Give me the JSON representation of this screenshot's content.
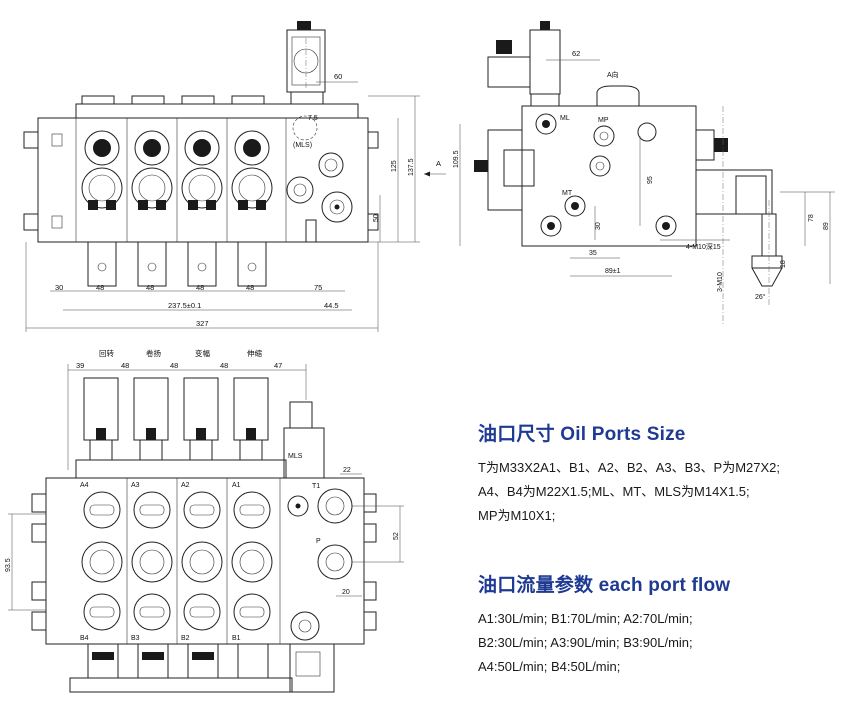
{
  "front_view": {
    "dims_top": {
      "d60": "60",
      "d75": "7.5",
      "mls": "(MLS)",
      "a": "A"
    },
    "dims_right": {
      "d125": "125",
      "d1375": "137.5",
      "d50": "50"
    },
    "dims_bottom": {
      "d30": "30",
      "d48a": "48",
      "d48b": "48",
      "d48c": "48",
      "d48d": "48",
      "d75": "75",
      "d2375": "237.5±0.1",
      "d445": "44.5",
      "d327": "327"
    }
  },
  "side_view": {
    "labels": {
      "d62": "62",
      "a_dir": "A向",
      "ml": "ML",
      "mp": "MP",
      "mt": "MT",
      "d1095": "109.5",
      "d95": "95",
      "d30": "30",
      "d35": "35",
      "d89": "89±1",
      "holes": "4-M10深15",
      "d78": "78",
      "d89r": "89",
      "m10": "3-M10",
      "d18": "18",
      "ang": "26°"
    }
  },
  "top_view": {
    "sections": [
      "回转",
      "卷扬",
      "变幅",
      "伸缩"
    ],
    "dims_top": [
      "39",
      "48",
      "48",
      "48",
      "47"
    ],
    "ports_a": [
      "A4",
      "A3",
      "A2",
      "A1"
    ],
    "ports_b": [
      "B4",
      "B3",
      "B2",
      "B1"
    ],
    "labels": {
      "mls": "MLS",
      "t1": "T1",
      "p": "P",
      "d22": "22",
      "d52": "52",
      "d20": "20",
      "d935": "93.5"
    }
  },
  "oil_ports": {
    "title": "油口尺寸 Oil Ports Size",
    "lines": [
      "T为M33X2A1、B1、A2、B2、A3、B3、P为M27X2;",
      "A4、B4为M22X1.5;ML、MT、MLS为M14X1.5;",
      "MP为M10X1;"
    ]
  },
  "port_flow": {
    "title": "油口流量参数 each port flow",
    "lines": [
      "A1:30L/min; B1:70L/min; A2:70L/min;",
      "B2:30L/min; A3:90L/min; B3:90L/min;",
      "A4:50L/min; B4:50L/min;"
    ]
  },
  "colors": {
    "heading": "#1f3a93",
    "line": "#222222"
  }
}
